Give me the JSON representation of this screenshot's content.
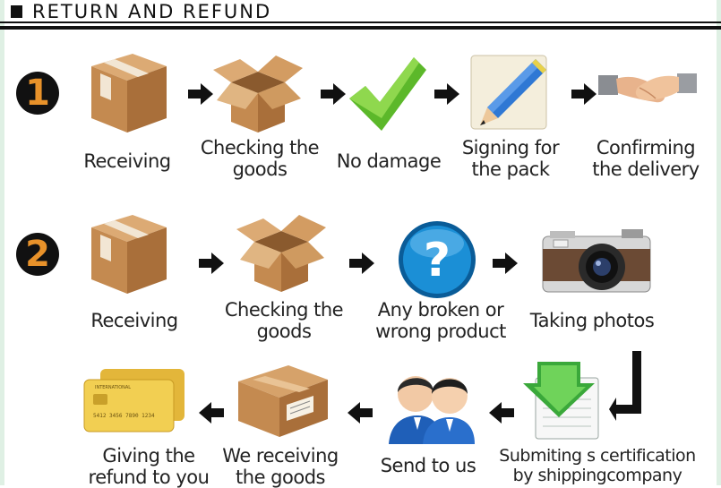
{
  "header": {
    "title": "RETURN AND REFUND"
  },
  "row1": {
    "number": "1",
    "steps": [
      {
        "label_line1": "Receiving",
        "label_line2": ""
      },
      {
        "label_line1": "Checking the",
        "label_line2": "goods"
      },
      {
        "label_line1": "No damage",
        "label_line2": ""
      },
      {
        "label_line1": "Signing for",
        "label_line2": "the pack"
      },
      {
        "label_line1": "Confirming",
        "label_line2": "the delivery"
      }
    ]
  },
  "row2": {
    "number": "2",
    "steps": [
      {
        "label_line1": "Receiving",
        "label_line2": ""
      },
      {
        "label_line1": "Checking the",
        "label_line2": "goods"
      },
      {
        "label_line1": "Any broken or",
        "label_line2": "wrong product"
      },
      {
        "label_line1": "Taking photos",
        "label_line2": ""
      }
    ]
  },
  "row3": {
    "steps": [
      {
        "label_line1": "Submiting s certification",
        "label_line2": "by shippingcompany"
      },
      {
        "label_line1": "Send to us",
        "label_line2": ""
      },
      {
        "label_line1": "We receiving",
        "label_line2": "the goods"
      },
      {
        "label_line1": "Giving the",
        "label_line2": "refund to you"
      }
    ]
  },
  "icons": {
    "question_mark": "?",
    "card_text": "INTERNATIONAL",
    "card_number": "5412 3456 7890 1234"
  },
  "colors": {
    "accent_number": "#e8922a",
    "check_green": "#5cb82a",
    "question_blue": "#1b8fd6",
    "box_brown": "#c98f55"
  }
}
